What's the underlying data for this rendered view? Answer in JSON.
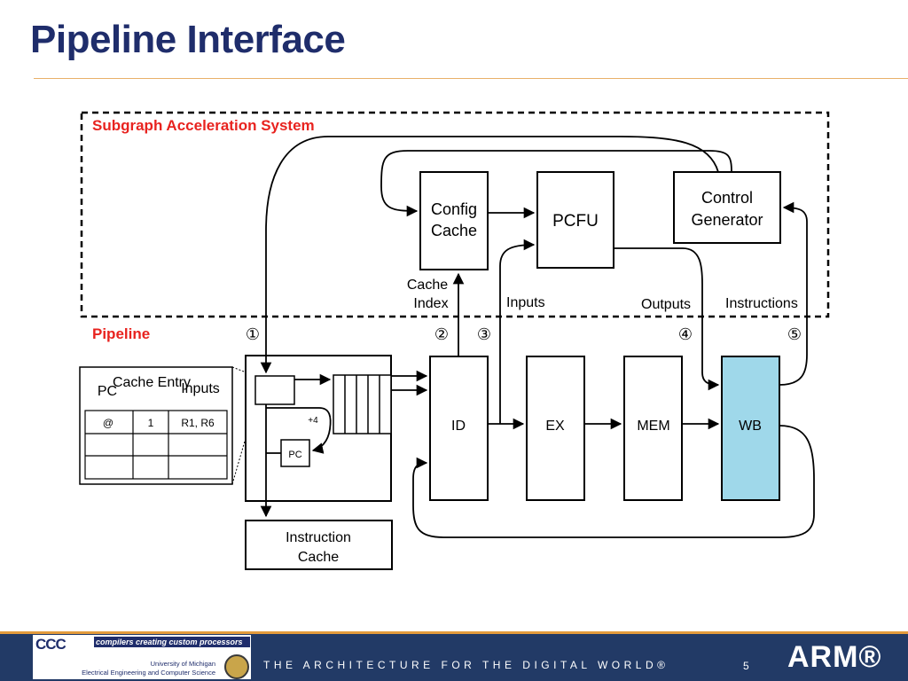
{
  "title": "Pipeline Interface",
  "diagram": {
    "subgraph_label": "Subgraph Acceleration System",
    "pipeline_label": "Pipeline",
    "blocks": {
      "config_cache": [
        "Config",
        "Cache"
      ],
      "pcfu": "PCFU",
      "control_generator": [
        "Control",
        "Generator"
      ],
      "id": "ID",
      "ex": "EX",
      "mem": "MEM",
      "wb": "WB",
      "instruction_cache": [
        "Instruction",
        "Cache"
      ],
      "pc": "PC",
      "plus4": "+4"
    },
    "signals": {
      "cache_index": [
        "Cache",
        "Index"
      ],
      "inputs": "Inputs",
      "outputs": "Outputs",
      "instructions": "Instructions"
    },
    "markers": [
      "①",
      "②",
      "③",
      "④",
      "⑤"
    ],
    "table": {
      "headers": [
        "PC",
        "Cache Entry",
        "Inputs"
      ],
      "rows": [
        [
          "@",
          "1",
          "R1, R6"
        ],
        [
          "",
          "",
          ""
        ],
        [
          "",
          "",
          ""
        ]
      ]
    },
    "colors": {
      "wb_fill": "#9fd8ea",
      "subgraph_label": "#e8231f",
      "title": "#1f2d6b"
    }
  },
  "footer": {
    "ccc_logo": "CCC",
    "ccc_tagline": "compilers creating custom processors",
    "university": "University of Michigan",
    "department": "Electrical Engineering and Computer Science",
    "tagline": "THE ARCHITECTURE FOR THE DIGITAL WORLD®",
    "page_number": "5",
    "arm_logo": "ARM®"
  }
}
